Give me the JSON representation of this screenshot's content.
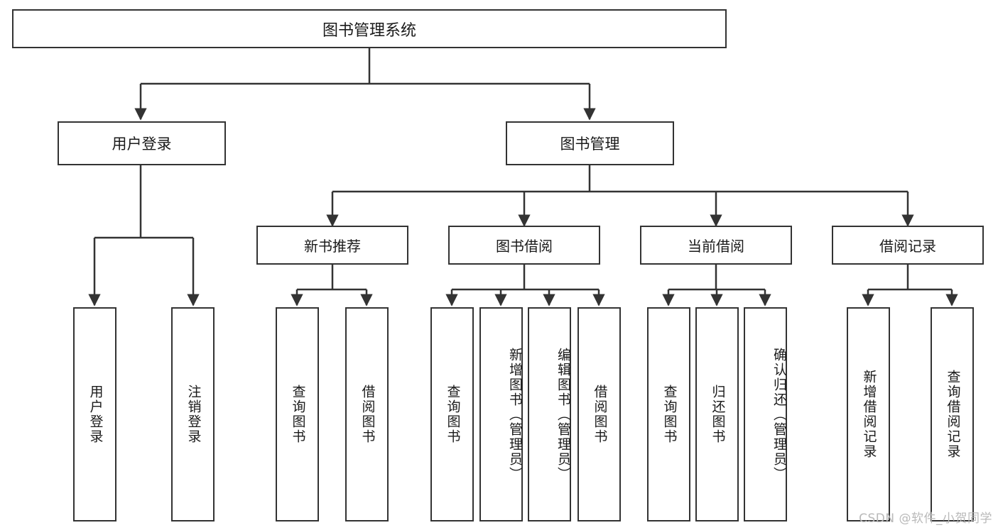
{
  "diagram": {
    "title": "图书管理系统",
    "type": "hierarchy-tree",
    "watermark": "CSDN @软件_小贺同学",
    "colors": {
      "stroke": "#333333",
      "fill": "#ffffff",
      "text": "#1a1a1a",
      "watermark": "#b9b9b9"
    },
    "root": {
      "label": "图书管理系统"
    },
    "level1": [
      {
        "label": "用户登录"
      },
      {
        "label": "图书管理"
      }
    ],
    "level2": [
      {
        "label": "新书推荐"
      },
      {
        "label": "图书借阅"
      },
      {
        "label": "当前借阅"
      },
      {
        "label": "借阅记录"
      }
    ],
    "leaves": {
      "user_login": [
        {
          "label": "用户登录"
        },
        {
          "label": "注销登录"
        }
      ],
      "new_book_recommend": [
        {
          "label": "查询图书"
        },
        {
          "label": "借阅图书"
        }
      ],
      "book_borrow": [
        {
          "label": "查询图书"
        },
        {
          "label": "新增图书（管理员）"
        },
        {
          "label": "编辑图书（管理员）"
        },
        {
          "label": "借阅图书"
        }
      ],
      "current_borrow": [
        {
          "label": "查询图书"
        },
        {
          "label": "归还图书"
        },
        {
          "label": "确认归还（管理员）"
        }
      ],
      "borrow_records": [
        {
          "label": "新增借阅记录"
        },
        {
          "label": "查询借阅记录"
        }
      ]
    }
  }
}
